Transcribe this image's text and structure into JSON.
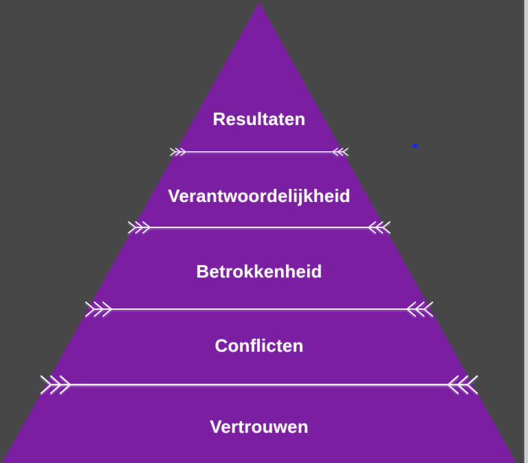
{
  "canvas": {
    "background_color": "#474747",
    "scrollbar": {
      "track_color": "#cbcbcb",
      "edge_color": "#8a8a8a"
    }
  },
  "pyramid": {
    "fill_color": "#7b1fa2",
    "text_color": "#ffffff",
    "divider_color": "#f6f0fa",
    "levels": [
      {
        "label": "Resultaten"
      },
      {
        "label": "Verantwoordelijkheid"
      },
      {
        "label": "Betrokkenheid"
      },
      {
        "label": "Conflicten"
      },
      {
        "label": "Vertrouwen"
      }
    ]
  },
  "annotations": {
    "cursor_dot_color": "#1c2ae2"
  }
}
